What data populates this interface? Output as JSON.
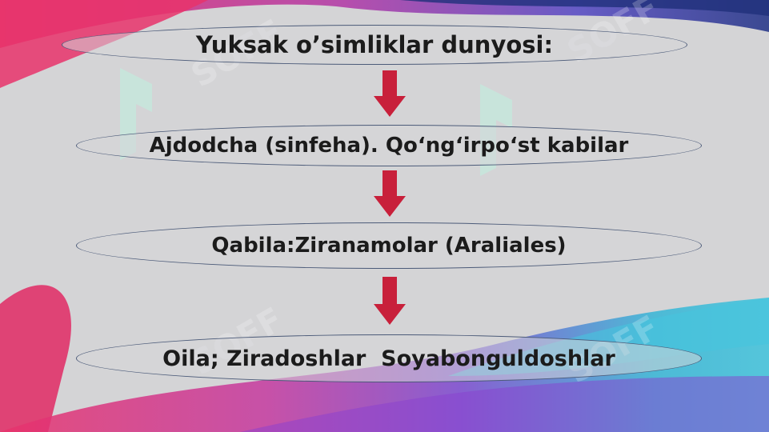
{
  "slide": {
    "title": "Yuksak o’simliklar dunyosi:",
    "levels": [
      "Ajdodcha (sinfeha). Qo‘ng‘irpo‘st kabilar",
      "Qabila:Ziranamolar (Araliales)",
      "Oila; Ziradoshlar  Soyabonguldoshlar"
    ],
    "watermark": "SOFF",
    "colors": {
      "arrow": "#c8203b",
      "oval_border": "#4c5b79",
      "text": "#1b1b1b",
      "background": "#d4d4d6"
    }
  }
}
